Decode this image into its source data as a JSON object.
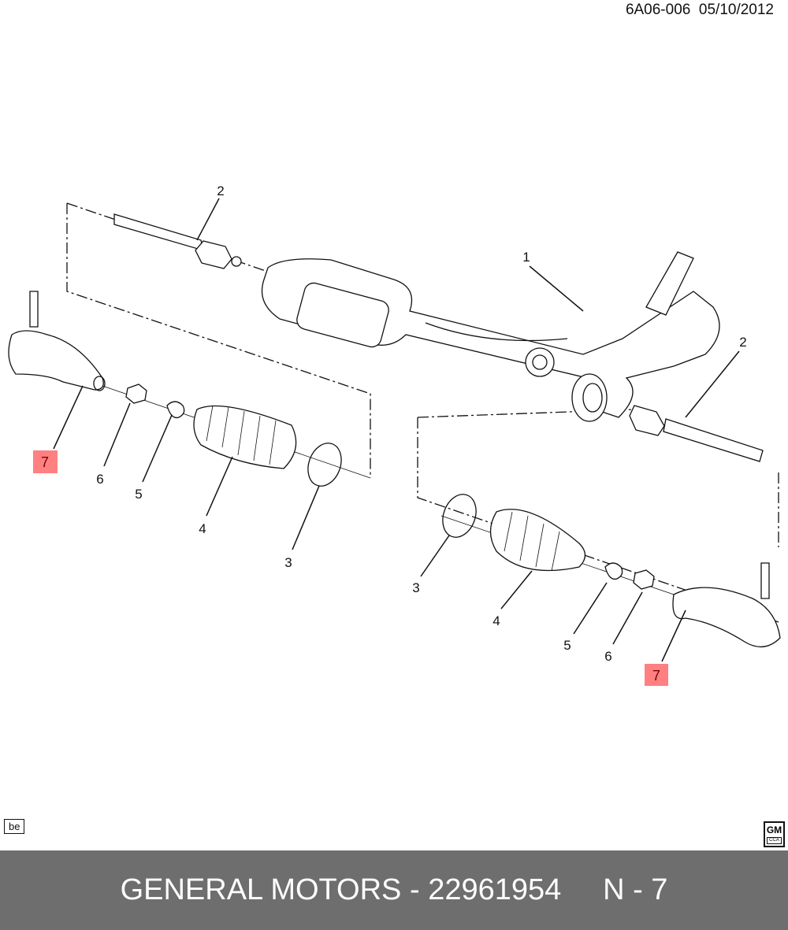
{
  "header": {
    "diagram_ref": "6A06-006",
    "date": "05/10/2012"
  },
  "callouts": {
    "top_left_2": "2",
    "center_1": "1",
    "right_2": "2",
    "left_7": "7",
    "left_6": "6",
    "left_5": "5",
    "left_4": "4",
    "left_3": "3",
    "right_3": "3",
    "right_4": "4",
    "right_5": "5",
    "right_6": "6",
    "right_7": "7"
  },
  "highlight_color": "#ff8080",
  "corner_tag": "be",
  "logo": {
    "main": "GM",
    "sub": "CCA"
  },
  "footer": {
    "brand": "GENERAL MOTORS",
    "separator": "-",
    "part_number": "22961954",
    "position": "N - 7"
  }
}
